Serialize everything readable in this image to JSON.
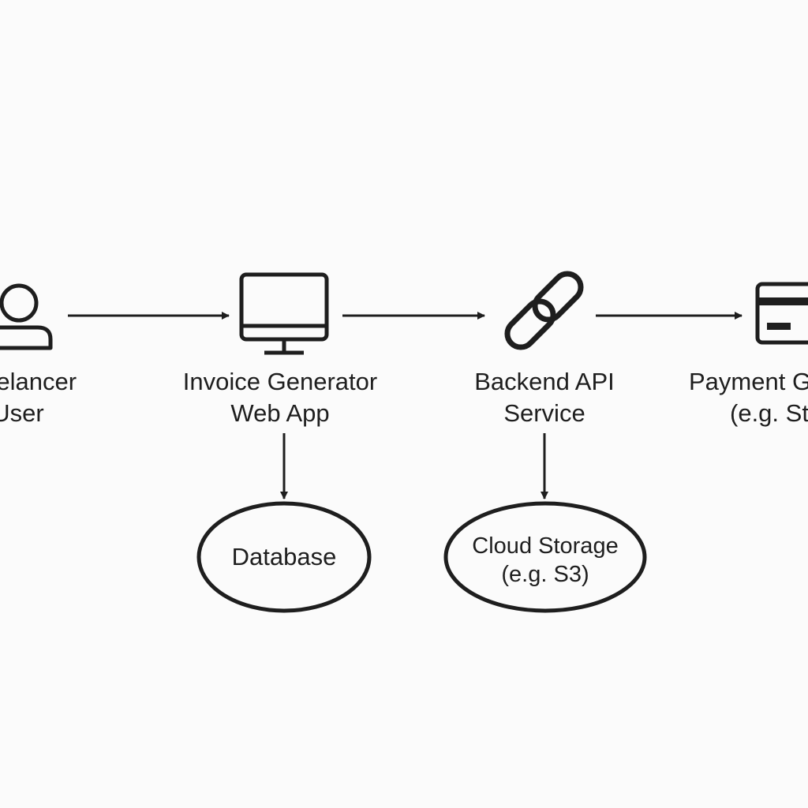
{
  "nodes": {
    "user": {
      "line1": "Freelancer",
      "line2": "User",
      "icon": "person-icon"
    },
    "webapp": {
      "line1": "Invoice Generator",
      "line2": "Web App",
      "icon": "monitor-icon"
    },
    "api": {
      "line1": "Backend API",
      "line2": "Service",
      "icon": "link-icon"
    },
    "payment": {
      "line1": "Payment Gateway",
      "line2": "(e.g. Stripe)",
      "icon": "credit-card-icon"
    },
    "database": {
      "line1": "Database"
    },
    "storage": {
      "line1": "Cloud Storage",
      "line2": "(e.g. S3)"
    }
  },
  "edges": [
    {
      "from": "user",
      "to": "webapp"
    },
    {
      "from": "webapp",
      "to": "api"
    },
    {
      "from": "api",
      "to": "payment"
    },
    {
      "from": "webapp",
      "to": "database"
    },
    {
      "from": "api",
      "to": "storage"
    }
  ],
  "colors": {
    "stroke": "#1e1e1e",
    "background": "#fbfbfb"
  }
}
